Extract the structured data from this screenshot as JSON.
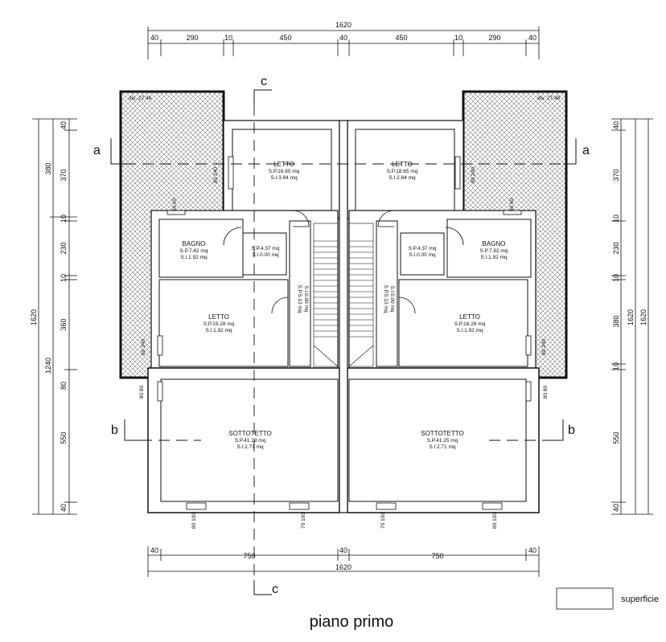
{
  "title": "piano  primo",
  "legend": {
    "label": "superficie"
  },
  "sections": {
    "a": "a",
    "b": "b",
    "c": "c"
  },
  "dims_top": {
    "total": "1620",
    "segments": [
      "40",
      "290",
      "10",
      "450",
      "40",
      "450",
      "10",
      "290",
      "40"
    ]
  },
  "dims_bottom": {
    "total": "1620",
    "segments": [
      "40",
      "750",
      "40",
      "750",
      "40"
    ]
  },
  "dims_left": {
    "total": "1620",
    "outer": [
      "1240",
      "380"
    ],
    "inner": [
      "40",
      "370",
      "10",
      "230",
      "10",
      "360",
      "80",
      "550",
      "40"
    ]
  },
  "dims_right": {
    "total": "1620",
    "outer": [
      "1620"
    ],
    "inner": [
      "40",
      "370",
      "10",
      "230",
      "10",
      "380",
      "10",
      "550",
      "40"
    ]
  },
  "rooms": {
    "letto_tl": {
      "name": "LETTO",
      "sp": "S.P.16.65 mq",
      "si": "S.I.3.84 mq"
    },
    "letto_tr": {
      "name": "LETTO",
      "sp": "S.P.18.65 mq",
      "si": "S.I.2.84 mq"
    },
    "bagno_l": {
      "name": "BAGNO",
      "sp": "S.P.7.82 mq",
      "si": "S.I.1.92 mq"
    },
    "bagno_r": {
      "name": "BAGNO",
      "sp": "S.P.7.82 mq",
      "si": "S.I.1.92 mq"
    },
    "disimp_l": {
      "sp": "S.P.4.37 mq",
      "si": "S.I.0.00 mq"
    },
    "disimp_r": {
      "sp": "S.P.4.37 mq",
      "si": "S.I.0.00 mq"
    },
    "scala_l": {
      "sp": "S.P.5.13 mq",
      "si": "S.I.0.00 mq"
    },
    "scala_r": {
      "sp": "S.P.5.13 mq",
      "si": "S.I.0.00 mq"
    },
    "letto_ml": {
      "name": "LETTO",
      "sp": "S.P.19.28 mq",
      "si": "S.I.1.92 mq"
    },
    "letto_mr": {
      "name": "LETTO",
      "sp": "S.P.18.28 mq",
      "si": "S.I.1.92 mq"
    },
    "sotto_l": {
      "name": "SOTTOTETTO",
      "sp": "S.P.41.29 mq",
      "si": "S.I.2.71 mq"
    },
    "sotto_r": {
      "name": "SOTTOTETTO",
      "sp": "S.P.41.25 mq",
      "si": "S.I.2.71 mq"
    }
  },
  "openings": {
    "win_tl": "80 240",
    "win_tr": "80 240",
    "win_bagno_l": "60 60",
    "win_bagno_r": "60 60",
    "win_letto_l": "80 240",
    "win_letto_r": "80 240",
    "side_l": "80 80",
    "side_r": "80 80",
    "bot_1": "80 100",
    "bot_2": "70 100",
    "bot_3": "70 100",
    "bot_4": "80 100"
  },
  "terrace_label": "dis. 27.46"
}
